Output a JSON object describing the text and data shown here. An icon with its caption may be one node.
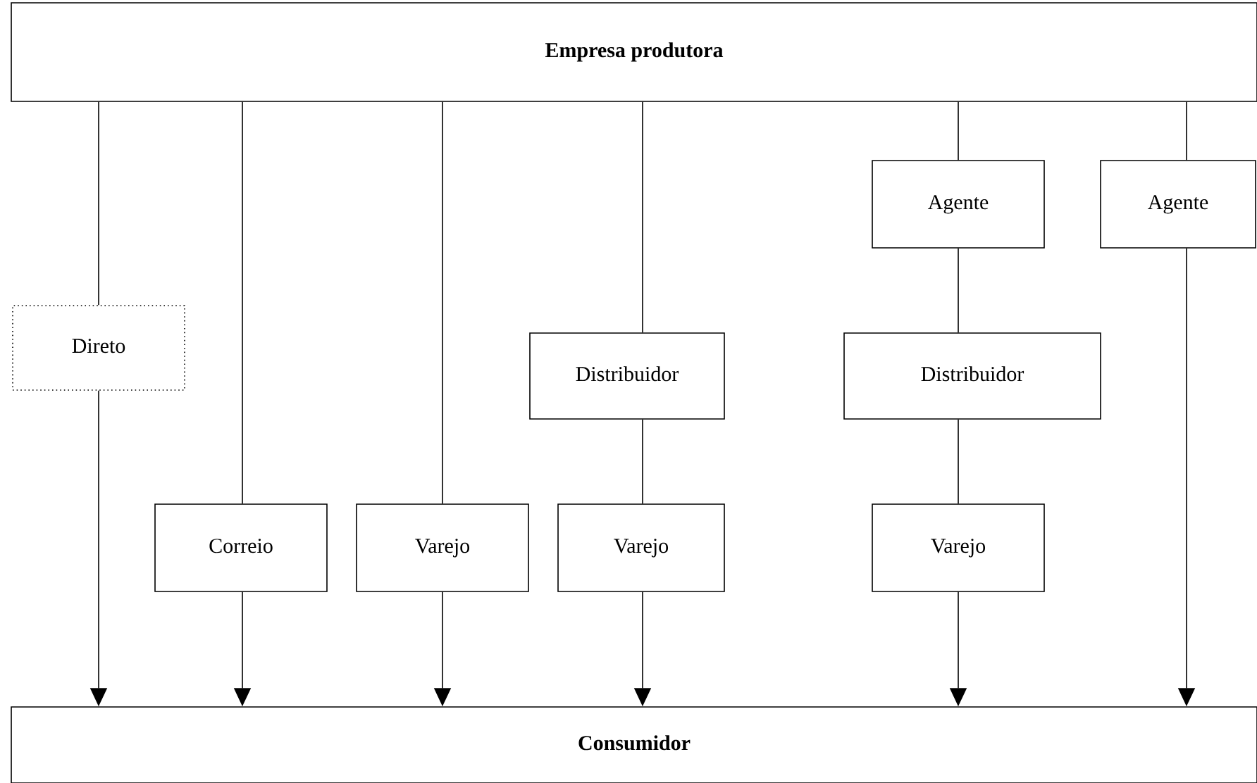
{
  "diagram": {
    "nodes": [
      {
        "text": [
          "**Empresa produtora**"
        ]
      },
      {
        "text": [
          "Direto"
        ]
      },
      {
        "text": [
          "Correio"
        ]
      },
      {
        "text": [
          "Varejo"
        ]
      },
      {
        "text": [
          "Distribuidor"
        ]
      },
      {
        "text": [
          "Varejo"
        ]
      },
      {
        "text": [
          "Agente"
        ]
      },
      {
        "text": [
          "Distribuidor"
        ]
      },
      {
        "text": [
          "Varejo"
        ]
      },
      {
        "text": [
          "Agente"
        ]
      },
      {
        "text": [
          "**Consumidor**"
        ]
      }
    ],
    "edges": [
      {
        "from": 0,
        "to": 1,
        "arrow": "none"
      },
      {
        "from": 1,
        "to": 10,
        "arrow": "to"
      },
      {
        "from": 0,
        "to": 2,
        "arrow": "none"
      },
      {
        "from": 2,
        "to": 10,
        "arrow": "to"
      },
      {
        "from": 0,
        "to": 3,
        "arrow": "none"
      },
      {
        "from": 3,
        "to": 10,
        "arrow": "to"
      },
      {
        "from": 0,
        "to": 4,
        "arrow": "none"
      },
      {
        "from": 4,
        "to": 5,
        "arrow": "none"
      },
      {
        "from": 5,
        "to": 10,
        "arrow": "to"
      },
      {
        "from": 0,
        "to": 6,
        "arrow": "none"
      },
      {
        "from": 6,
        "to": 7,
        "arrow": "none"
      },
      {
        "from": 7,
        "to": 8,
        "arrow": "none"
      },
      {
        "from": 8,
        "to": 10,
        "arrow": "to"
      },
      {
        "from": 0,
        "to": 9,
        "arrow": "none"
      },
      {
        "from": 9,
        "to": 10,
        "arrow": "to"
      }
    ]
  }
}
